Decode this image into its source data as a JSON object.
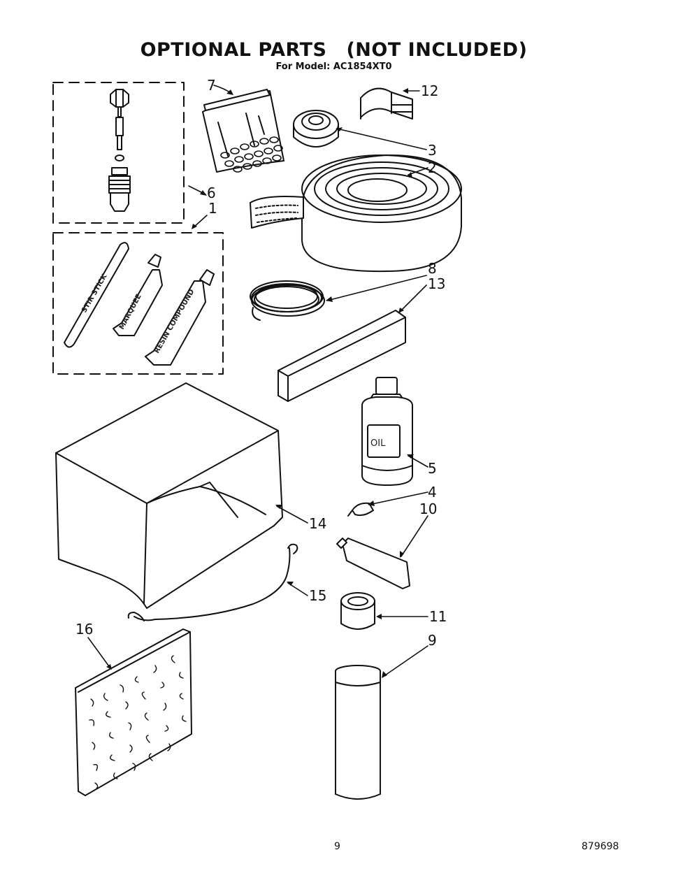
{
  "title_part1": "OPTIONAL PARTS",
  "title_part2": "(NOT INCLUDED)",
  "subtitle": "For Model: AC1854XT0",
  "callouts": [
    "1",
    "2",
    "3",
    "4",
    "5",
    "6",
    "7",
    "8",
    "9",
    "10",
    "11",
    "12",
    "13",
    "14",
    "15",
    "16"
  ],
  "tube_labels": {
    "stir_stick": "STIR STICK",
    "marquee": "MARQUEE",
    "resin_compound": "RESIN COMPOUND",
    "oil": "OIL"
  },
  "page_number": "9",
  "doc_number": "879698"
}
